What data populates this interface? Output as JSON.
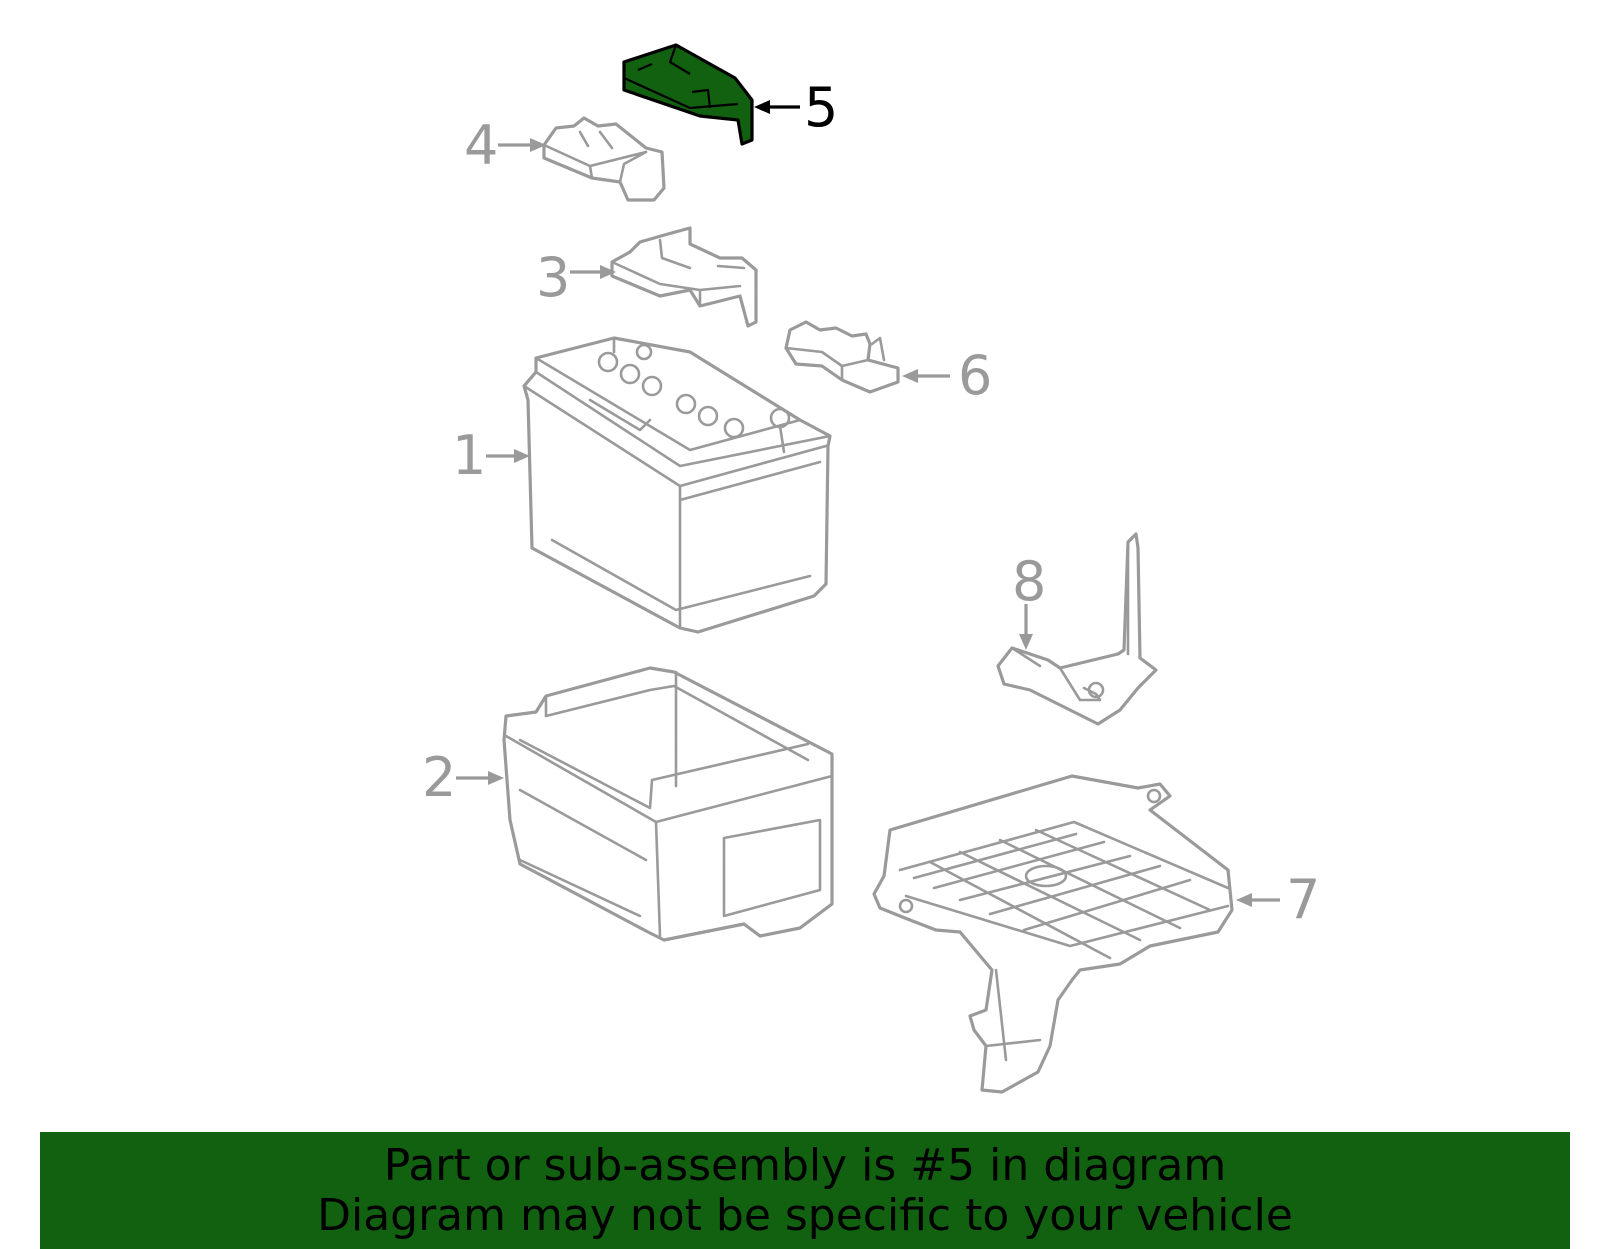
{
  "diagram": {
    "highlighted_part": "5",
    "highlight_color": "#116111",
    "line_color": "#9a9a9a",
    "callouts": [
      {
        "id": "1",
        "label": "1"
      },
      {
        "id": "2",
        "label": "2"
      },
      {
        "id": "3",
        "label": "3"
      },
      {
        "id": "4",
        "label": "4"
      },
      {
        "id": "5",
        "label": "5"
      },
      {
        "id": "6",
        "label": "6"
      },
      {
        "id": "7",
        "label": "7"
      },
      {
        "id": "8",
        "label": "8"
      }
    ]
  },
  "banner": {
    "line1": "Part or sub-assembly is #5 in diagram",
    "line2": "Diagram may not be specific to your vehicle",
    "background": "#116111"
  }
}
